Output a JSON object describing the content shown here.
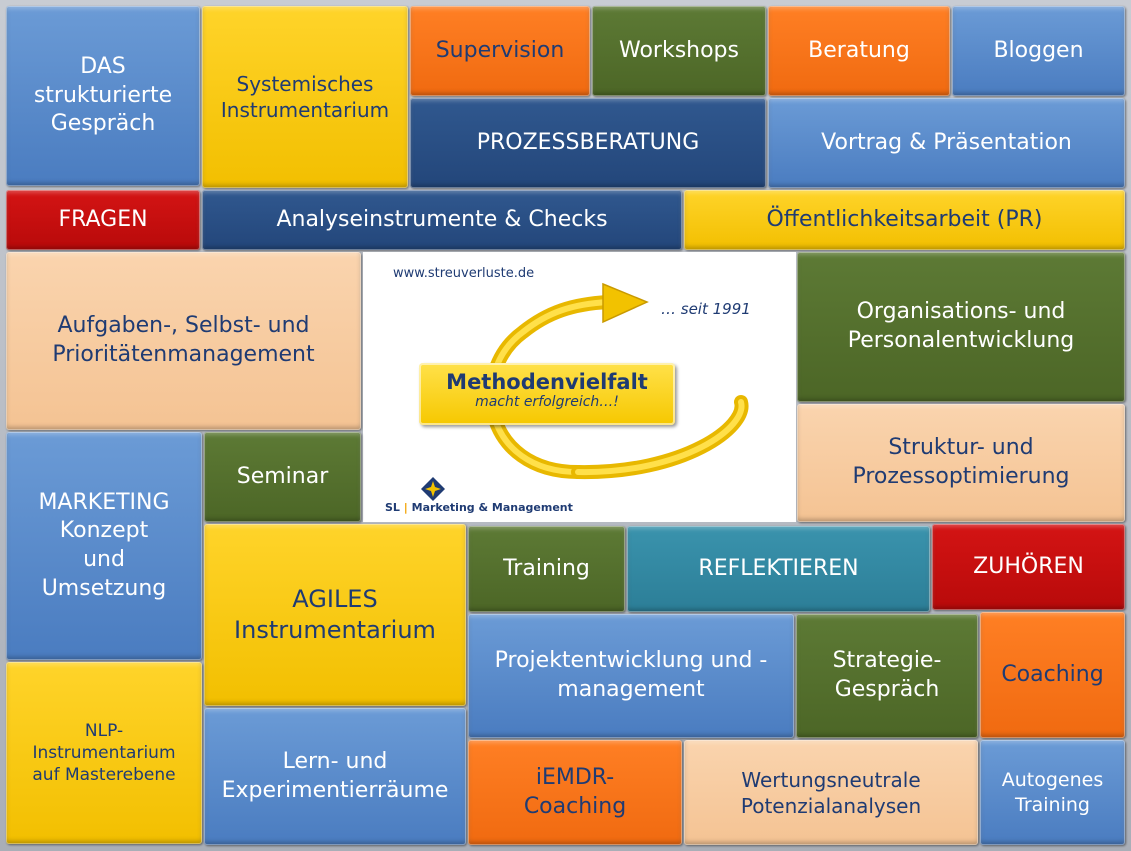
{
  "tiles": {
    "das_gespraech": [
      "DAS",
      "strukturierte",
      "Gespräch"
    ],
    "systemisches": [
      "Systemisches",
      "Instrumentarium"
    ],
    "supervision": "Supervision",
    "workshops": "Workshops",
    "beratung": "Beratung",
    "bloggen": "Bloggen",
    "prozessberatung": "PROZESSBERATUNG",
    "vortrag": "Vortrag & Präsentation",
    "fragen": "FRAGEN",
    "analyse": "Analyseinstrumente & Checks",
    "oeffentlichkeit": "Öffentlichkeitsarbeit (PR)",
    "aufgaben": [
      "Aufgaben-, Selbst- und",
      "Prioritätenmanagement"
    ],
    "organisation": [
      "Organisations- und",
      "Personalentwicklung"
    ],
    "struktur": [
      "Struktur- und",
      "Prozessoptimierung"
    ],
    "marketing": [
      "MARKETING",
      "Konzept",
      "und",
      "Umsetzung"
    ],
    "seminar": "Seminar",
    "agiles": [
      "AGILES",
      "Instrumentarium"
    ],
    "training": "Training",
    "reflektieren": "REFLEKTIEREN",
    "zuhoeren": "ZUHÖREN",
    "projekt": [
      "Projektentwicklung und -",
      "management"
    ],
    "strategie": [
      "Strategie-",
      "Gespräch"
    ],
    "coaching": "Coaching",
    "nlp": [
      "NLP-",
      "Instrumentarium",
      "auf Masterebene"
    ],
    "lern": [
      "Lern- und",
      "Experimentierräume"
    ],
    "iemdr": [
      "iEMDR-",
      "Coaching"
    ],
    "wertung": [
      "Wertungsneutrale",
      "Potenzialanalysen"
    ],
    "autogenes": [
      "Autogenes",
      "Training"
    ]
  },
  "center": {
    "url": "www.streuverluste.de",
    "since": "… seit 1991",
    "title": "Methodenvielfalt",
    "subtitle": "macht erfolgreich…!",
    "logo_text_left": "SL",
    "logo_text_right": "Marketing & Management",
    "icon": "compass-star-icon"
  },
  "colors": {
    "blue": "#5a8bcb",
    "navy": "#2a4f85",
    "yellow": "#f8c800",
    "orange": "#f57418",
    "green": "#557030",
    "red": "#c80f0f",
    "peach": "#f7cca0",
    "teal": "#3388a2"
  }
}
